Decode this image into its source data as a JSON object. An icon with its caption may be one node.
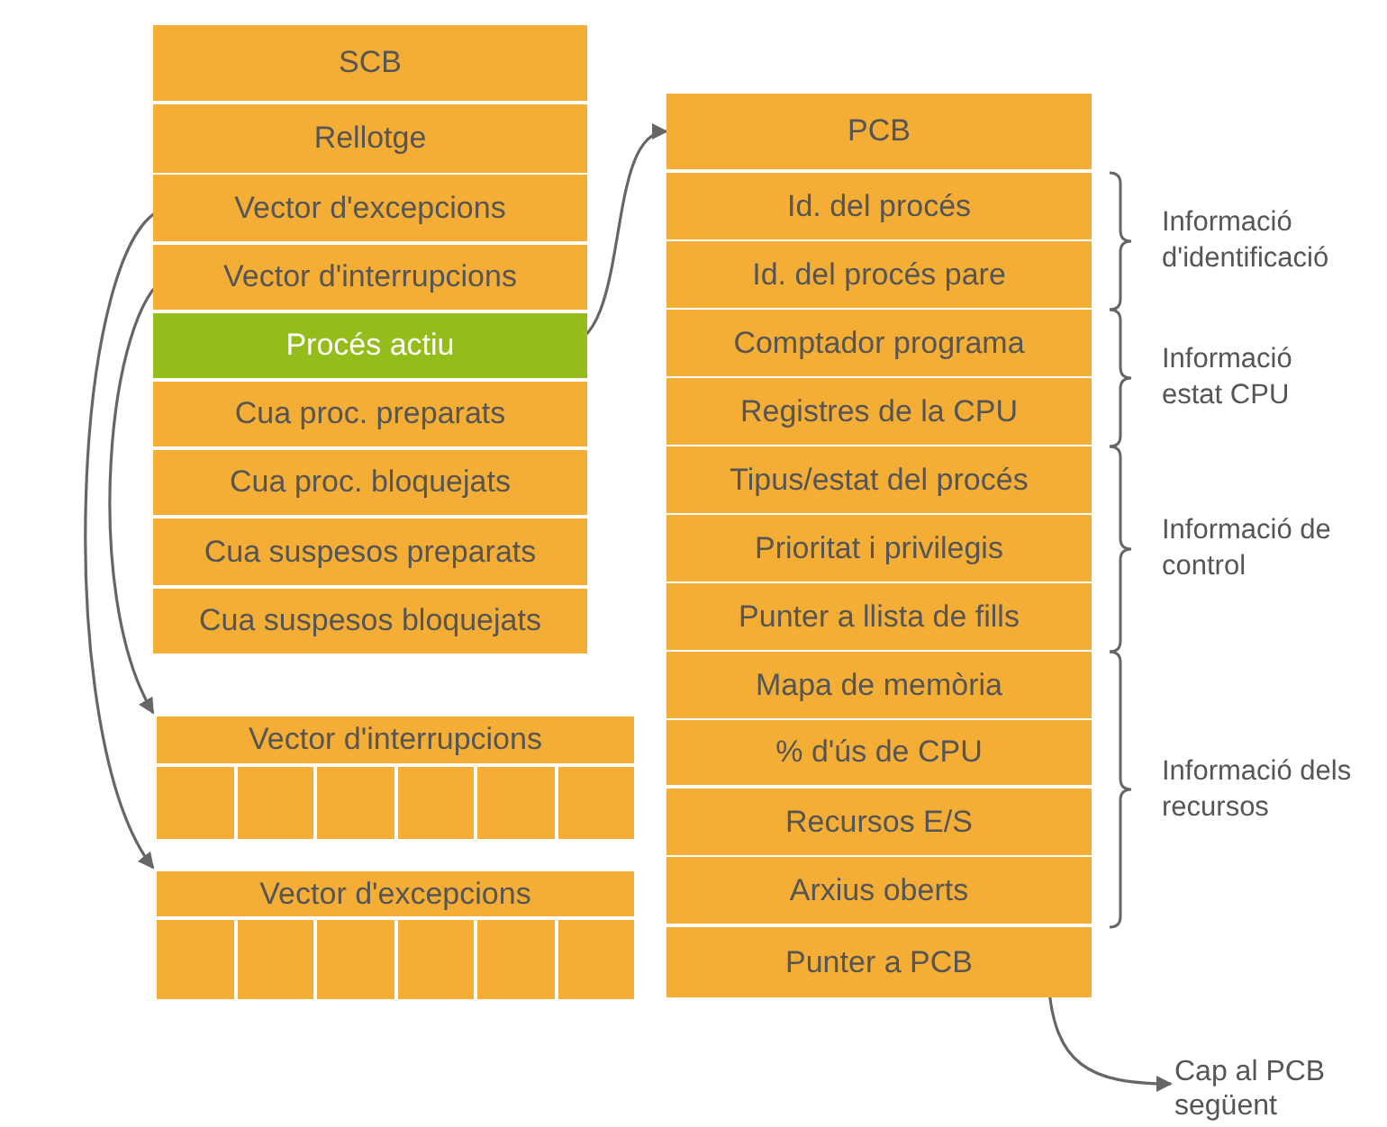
{
  "diagram": {
    "nodes": [
      {
        "text": [
          "SCB"
        ]
      },
      {
        "text": [
          "Rellotge"
        ]
      },
      {
        "text": [
          "Vector d'excepcions"
        ]
      },
      {
        "text": [
          "Vector d'interrupcions"
        ]
      },
      {
        "text": [
          "Procés actiu"
        ]
      },
      {
        "text": [
          "Cua proc. preparats"
        ]
      },
      {
        "text": [
          "Cua proc. bloquejats"
        ]
      },
      {
        "text": [
          "Cua suspesos preparats"
        ]
      },
      {
        "text": [
          "Cua suspesos bloquejats"
        ]
      },
      {
        "text": [
          "Vector d'interrupcions"
        ]
      },
      {
        "text": [
          "Vector d'excepcions"
        ]
      },
      {
        "text": [
          "PCB"
        ]
      },
      {
        "text": [
          "Id. del procés"
        ]
      },
      {
        "text": [
          "Id. del procés pare"
        ]
      },
      {
        "text": [
          "Comptador programa"
        ]
      },
      {
        "text": [
          "Registres de la CPU"
        ]
      },
      {
        "text": [
          "Tipus/estat del procés"
        ]
      },
      {
        "text": [
          "Prioritat i privilegis"
        ]
      },
      {
        "text": [
          "Punter a llista de fills"
        ]
      },
      {
        "text": [
          "Mapa de memòria"
        ]
      },
      {
        "text": [
          "% d'ús de CPU"
        ]
      },
      {
        "text": [
          "Recursos E/S"
        ]
      },
      {
        "text": [
          "Arxius oberts"
        ]
      },
      {
        "text": [
          "Punter a PCB"
        ]
      },
      {
        "text": [
          "Cap al PCB següent"
        ]
      }
    ],
    "edges": [
      {
        "from": 2,
        "to": 10,
        "arrow": "to"
      },
      {
        "from": 3,
        "to": 9,
        "arrow": "to"
      },
      {
        "from": 4,
        "to": 11,
        "arrow": "to"
      },
      {
        "from": 23,
        "to": 24,
        "arrow": "to"
      }
    ],
    "labels": [
      "Informació d'identificació",
      "Informació estat CPU",
      "Informació de control",
      "Informació dels recursos"
    ]
  }
}
